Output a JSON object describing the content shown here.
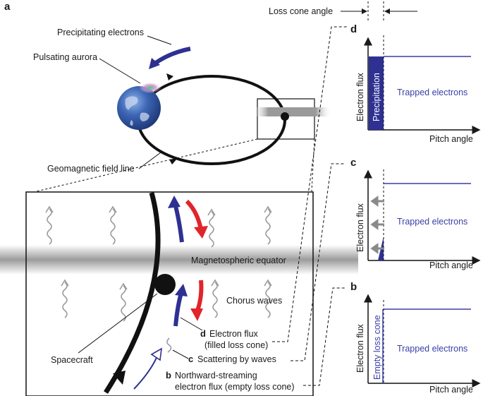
{
  "panel_a": {
    "letter": "a",
    "precipitating_electrons": "Precipitating electrons",
    "pulsating_aurora": "Pulsating aurora",
    "geomagnetic_field_line": "Geomagnetic field line",
    "magnetospheric_equator": "Magnetospheric equator",
    "chorus_waves": "Chorus waves",
    "spacecraft": "Spacecraft",
    "annotation_d_letter": "d",
    "annotation_d_line1": "Electron flux",
    "annotation_d_line2": "(filled loss cone)",
    "annotation_c_letter": "c",
    "annotation_c_text": "Scattering by waves",
    "annotation_b_letter": "b",
    "annotation_b_line1": "Northward-streaming",
    "annotation_b_line2": "electron flux (empty loss cone)"
  },
  "loss_cone_angle": "Loss cone angle",
  "panels": {
    "d": {
      "letter": "d",
      "ylabel": "Electron flux",
      "xlabel": "Pitch angle",
      "inner_label": "Precipitation",
      "region_label": "Trapped electrons"
    },
    "c": {
      "letter": "c",
      "ylabel": "Electron flux",
      "xlabel": "Pitch angle",
      "region_label": "Trapped electrons"
    },
    "b": {
      "letter": "b",
      "ylabel": "Electron flux",
      "xlabel": "Pitch angle",
      "inner_label": "Empty loss cone",
      "region_label": "Trapped electrons"
    }
  },
  "colors": {
    "electron_blue": "#2e3192",
    "wave_red": "#e0252b",
    "line_blue": "#3b3fa6",
    "wave_gray": "#9a9a9a",
    "earth_blue": "#3a5fae"
  }
}
